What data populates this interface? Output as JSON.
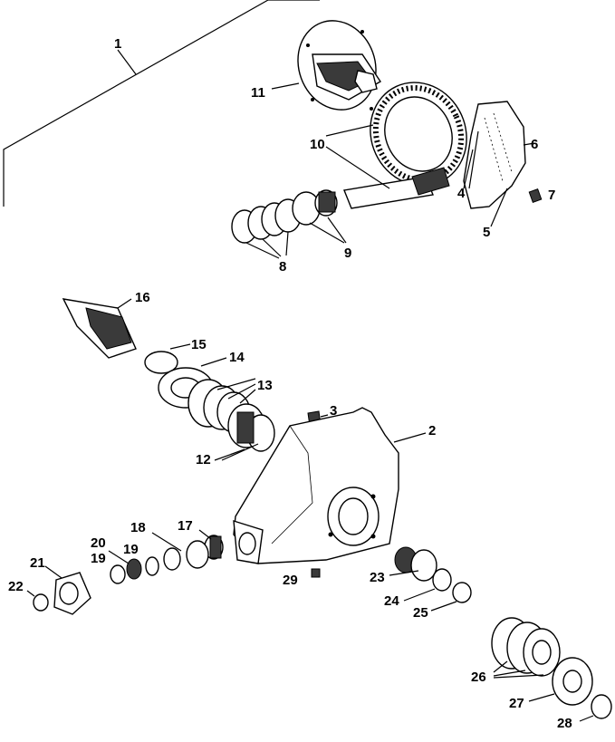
{
  "diagram": {
    "callouts": [
      {
        "id": "1",
        "text": "1"
      },
      {
        "id": "2",
        "text": "2"
      },
      {
        "id": "3",
        "text": "3"
      },
      {
        "id": "4",
        "text": "4"
      },
      {
        "id": "5",
        "text": "5"
      },
      {
        "id": "6",
        "text": "6"
      },
      {
        "id": "7",
        "text": "7"
      },
      {
        "id": "8",
        "text": "8"
      },
      {
        "id": "9",
        "text": "9"
      },
      {
        "id": "10",
        "text": "10"
      },
      {
        "id": "11",
        "text": "11"
      },
      {
        "id": "12",
        "text": "12"
      },
      {
        "id": "13",
        "text": "13"
      },
      {
        "id": "14",
        "text": "14"
      },
      {
        "id": "15",
        "text": "15"
      },
      {
        "id": "16",
        "text": "16"
      },
      {
        "id": "17",
        "text": "17"
      },
      {
        "id": "18",
        "text": "18"
      },
      {
        "id": "19a",
        "text": "19"
      },
      {
        "id": "19b",
        "text": "19"
      },
      {
        "id": "20",
        "text": "20"
      },
      {
        "id": "21",
        "text": "21"
      },
      {
        "id": "22",
        "text": "22"
      },
      {
        "id": "23",
        "text": "23"
      },
      {
        "id": "24",
        "text": "24"
      },
      {
        "id": "25",
        "text": "25"
      },
      {
        "id": "26",
        "text": "26"
      },
      {
        "id": "27",
        "text": "27"
      },
      {
        "id": "28",
        "text": "28"
      },
      {
        "id": "29",
        "text": "29"
      }
    ]
  }
}
